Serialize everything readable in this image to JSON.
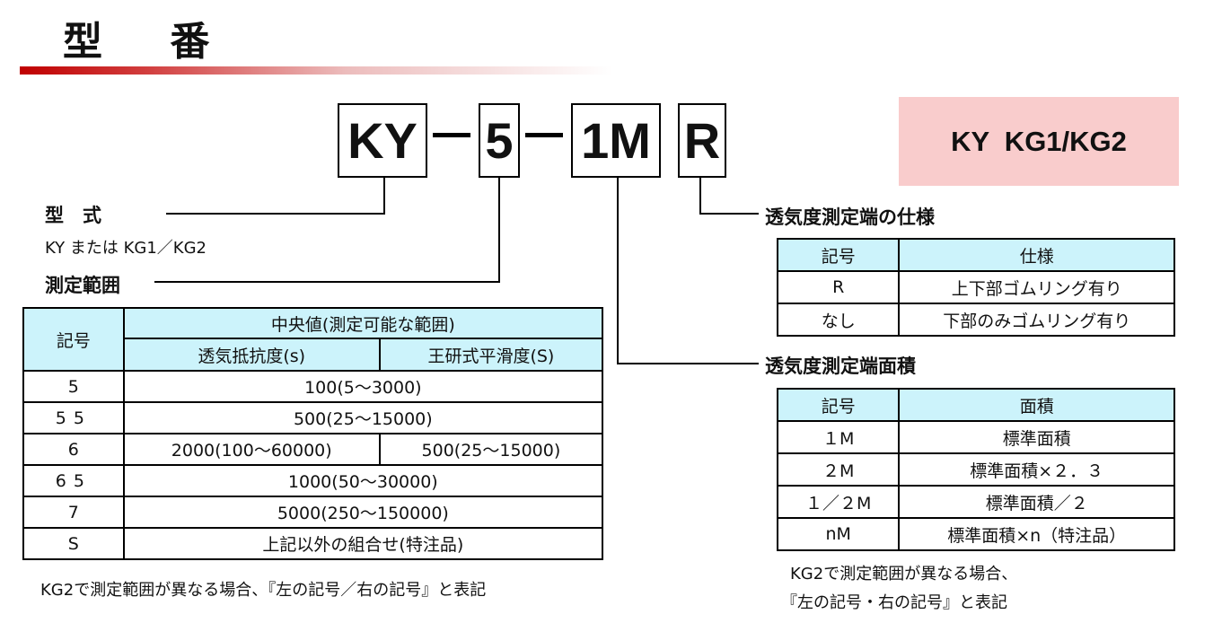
{
  "title": "型 番",
  "code": {
    "part1": "KY",
    "part2": "5",
    "part3": "1M",
    "part4": "R"
  },
  "models_box": "KY  KG1/KG2",
  "type_section": {
    "label": "型　式",
    "desc": "KY または KG1／KG2"
  },
  "range_section": {
    "label": "測定範囲",
    "header": {
      "code": "記号",
      "center": "中央値(測定可能な範囲)",
      "col1": "透気抵抗度(s)",
      "col2": "王研式平滑度(S)"
    },
    "rows": [
      {
        "code": "5",
        "value": "100(5～3000)"
      },
      {
        "code": "55",
        "value": "500(25～15000)"
      },
      {
        "code": "6",
        "col1": "2000(100～60000)",
        "col2": "500(25～15000)"
      },
      {
        "code": "65",
        "value": "1000(50～30000)"
      },
      {
        "code": "7",
        "value": "5000(250～150000)"
      },
      {
        "code": "S",
        "value": "上記以外の組合せ(特注品)"
      }
    ],
    "note": "KG2で測定範囲が異なる場合、『左の記号／右の記号』と表記"
  },
  "terminal_spec": {
    "label": "透気度測定端の仕様",
    "header": {
      "code": "記号",
      "spec": "仕様"
    },
    "rows": [
      {
        "code": "R",
        "spec": "上下部ゴムリング有り"
      },
      {
        "code": "なし",
        "spec": "下部のみゴムリング有り"
      }
    ]
  },
  "terminal_area": {
    "label": "透気度測定端面積",
    "header": {
      "code": "記号",
      "area": "面積"
    },
    "rows": [
      {
        "code": "１M",
        "area": "標準面積"
      },
      {
        "code": "２M",
        "area": "標準面積×２．３"
      },
      {
        "code": "１／２M",
        "area": "標準面積／２"
      },
      {
        "code": "nM",
        "area": "標準面積×n（特注品）"
      }
    ],
    "note1": "KG2で測定範囲が異なる場合、",
    "note2": "『左の記号・右の記号』と表記"
  }
}
